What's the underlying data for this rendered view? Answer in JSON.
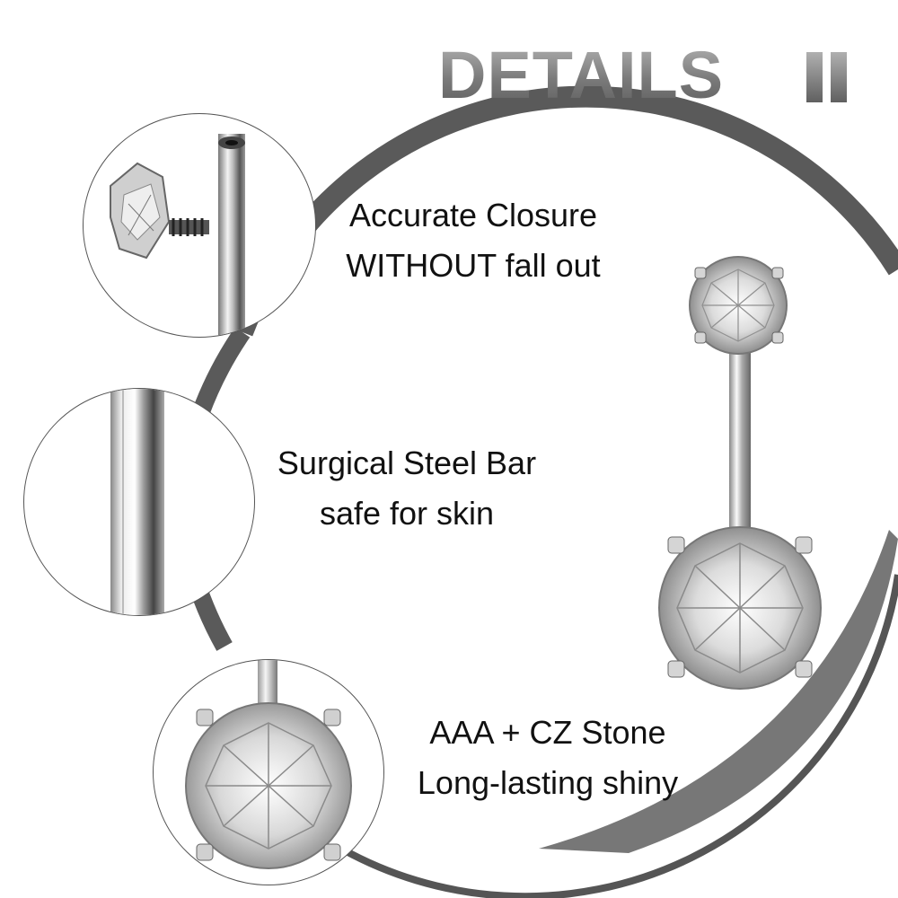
{
  "title": {
    "text": "DETAILS",
    "bars_icon": "double-bar-icon"
  },
  "features": [
    {
      "line1": "Accurate Closure",
      "line2": "WITHOUT fall out",
      "image": "screw-closure-detail"
    },
    {
      "line1": "Surgical Steel Bar",
      "line2": "safe for skin",
      "image": "steel-bar-detail"
    },
    {
      "line1": "AAA + CZ Stone",
      "line2": "Long-lasting shiny",
      "image": "cz-stone-detail"
    }
  ],
  "product": {
    "image": "belly-ring-product"
  },
  "colors": {
    "title_gray": "#7a7a7a",
    "ring_gray": "#5a5a5a",
    "text": "#111111",
    "background": "#ffffff"
  }
}
